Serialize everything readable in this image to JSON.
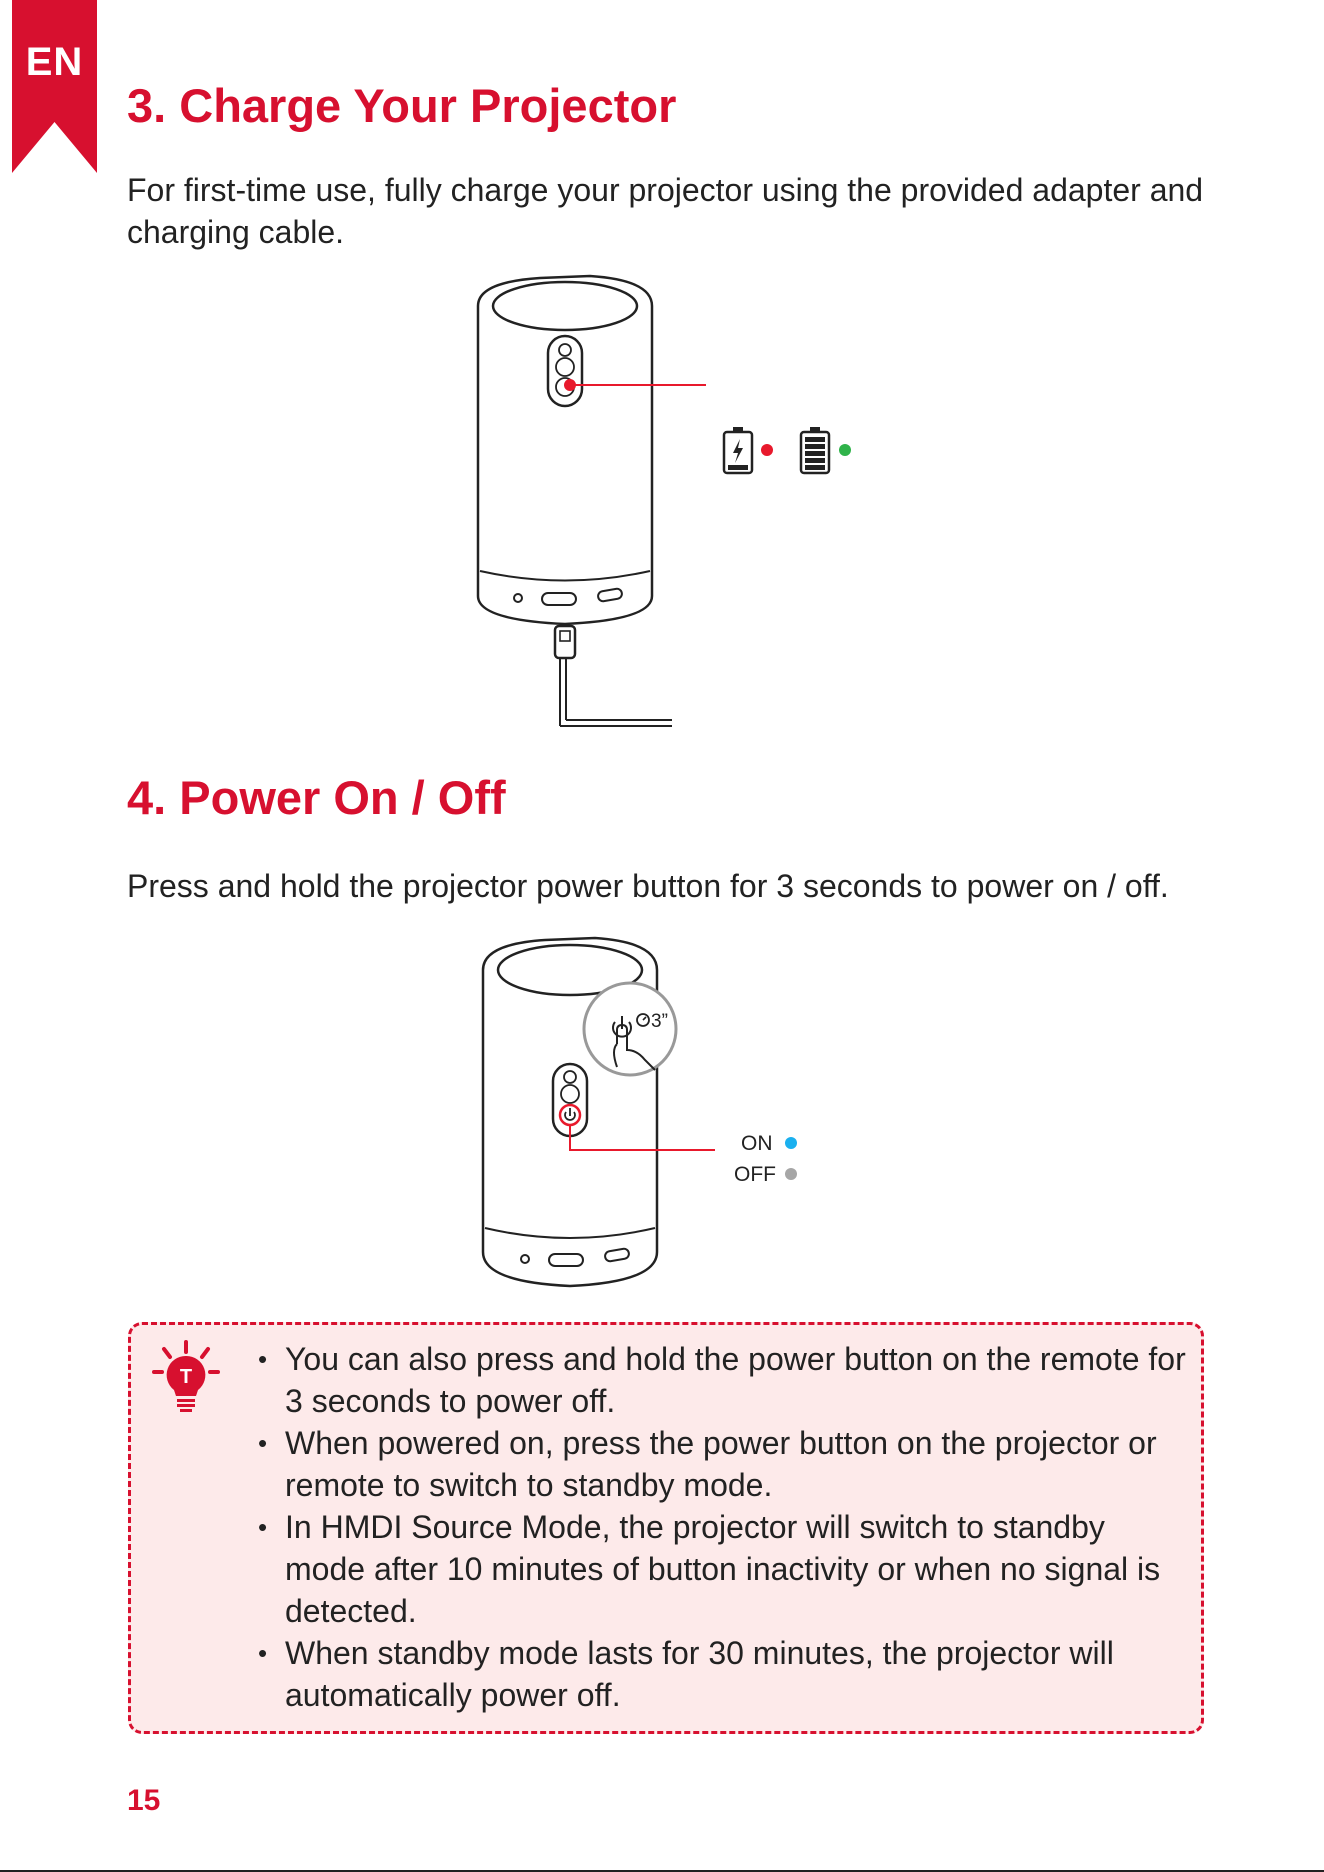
{
  "lang_tab": {
    "label": "EN",
    "color": "#d7102f"
  },
  "section3": {
    "title": "3.  Charge Your Projector",
    "body": "For first-time use, fully charge your projector using the provided adapter and charging cable.",
    "indicator_colors": {
      "charging": "#e8192c",
      "full": "#2fb34a"
    },
    "icons": [
      "battery-charging-icon",
      "battery-full-icon"
    ]
  },
  "section4": {
    "title": "4.  Power On / Off",
    "body": "Press and hold the projector power button for 3 seconds to power on / off.",
    "hold_time": "3”",
    "states": [
      {
        "label": "ON",
        "color": "#1ab0ef"
      },
      {
        "label": "OFF",
        "color": "#a6a6a6"
      }
    ]
  },
  "tips": {
    "icon_letter": "T",
    "items": [
      "You can also press and hold the power button on the remote for 3 seconds to power off.",
      "When powered on, press the power button on the projector or remote to switch to standby mode.",
      "In HMDI Source Mode, the projector will switch to standby mode after 10 minutes of button inactivity or when no signal is detected.",
      "When standby mode lasts for 30 minutes, the projector will automatically power off."
    ]
  },
  "page_number": "15",
  "accent_color": "#d7102f",
  "tip_background": "#fdeaea"
}
